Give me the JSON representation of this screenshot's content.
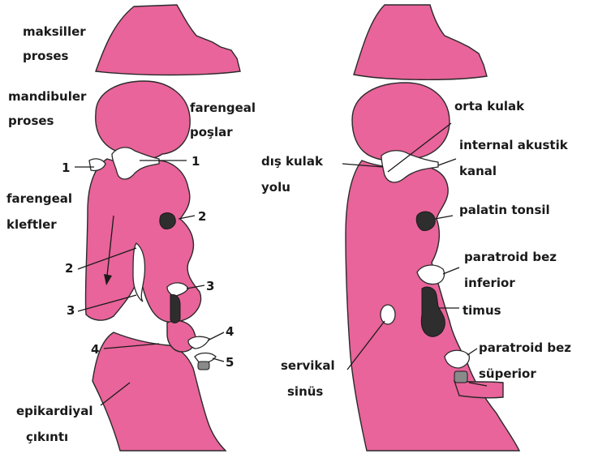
{
  "left_panel": {
    "labels": {
      "maxillary": [
        "maksiller",
        "proses"
      ],
      "mandibular": [
        "mandibuler",
        "proses"
      ],
      "pharyngeal_pouches": [
        "farengeal",
        "poşlar"
      ],
      "pharyngeal_clefts": [
        "farengeal",
        "kleftler"
      ],
      "epicardial": [
        "epikardiyal",
        "çıkıntı"
      ]
    },
    "numbers": {
      "cleft_1": "1",
      "pouch_1": "1",
      "pouch_2": "2",
      "cleft_2": "2",
      "pouch_3": "3",
      "cleft_3": "3",
      "pouch_4": "4",
      "cleft_4": "4",
      "pouch_5": "5"
    }
  },
  "right_panel": {
    "labels": {
      "middle_ear": "orta kulak",
      "external_ear": [
        "dış kulak",
        "yolu"
      ],
      "internal_acoustic": [
        "internal akustik",
        "kanal"
      ],
      "palatine_tonsil": "palatin tonsil",
      "parathyroid_inferior": [
        "paratroid bez",
        "inferior"
      ],
      "thymus": "timus",
      "cervical_sinus": [
        "servikal",
        "sinüs"
      ],
      "parathyroid_superior": [
        "paratroid bez",
        "süperior"
      ]
    }
  },
  "colors": {
    "tissue": "#e8649a",
    "outline": "#2a2a2a",
    "gland": "#2e2e2e"
  }
}
